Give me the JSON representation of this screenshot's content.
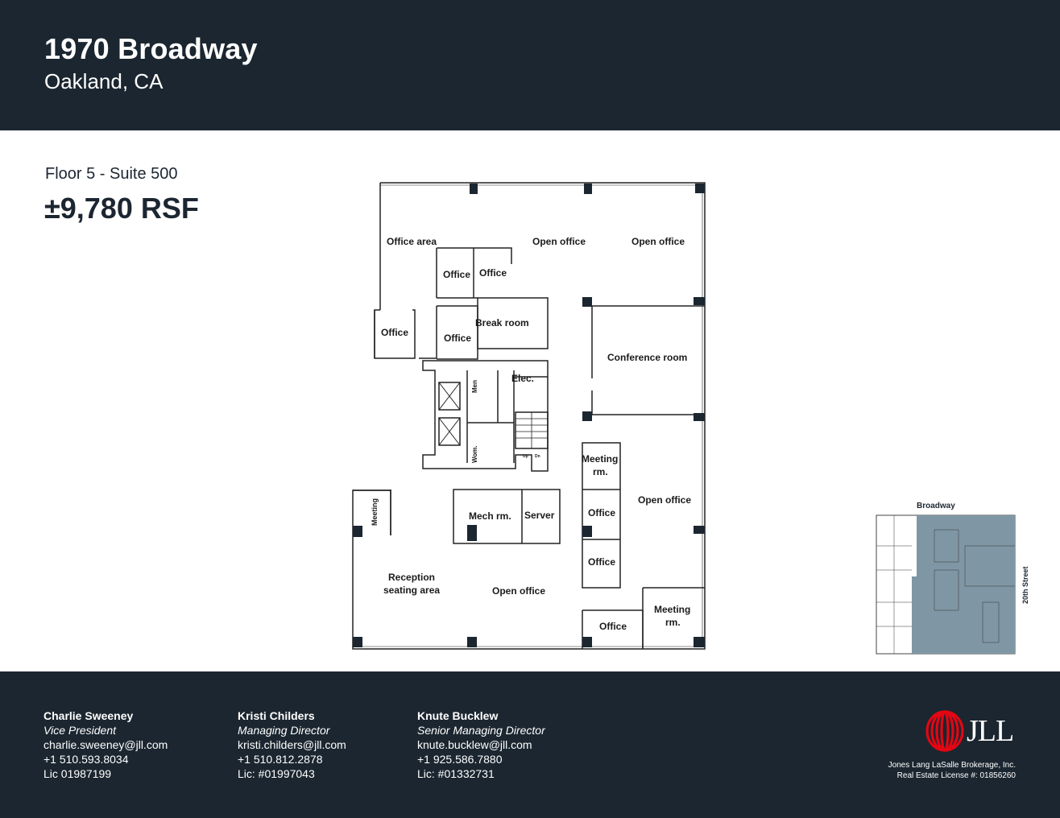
{
  "header": {
    "title": "1970 Broadway",
    "subtitle": "Oakland, CA"
  },
  "suite": {
    "floor_label": "Floor 5 - Suite 500",
    "rsf": "±9,780 RSF"
  },
  "floorplan": {
    "rooms": {
      "office_area": "Office area",
      "open_office_1": "Open office",
      "open_office_2": "Open office",
      "office_1": "Office",
      "office_2": "Office",
      "office_left": "Office",
      "office_3": "Office",
      "break_room": "Break room",
      "conference_room": "Conference room",
      "elec": "Elec.",
      "men": "Men",
      "wom": "Wom.",
      "meeting_rm_1_a": "Meeting",
      "meeting_rm_1_b": "rm.",
      "open_office_3": "Open office",
      "office_4": "Office",
      "office_5": "Office",
      "meeting_vertical": "Meeting",
      "mech_rm": "Mech rm.",
      "server": "Server",
      "reception_a": "Reception",
      "reception_b": "seating area",
      "open_office_4": "Open office",
      "office_6": "Office",
      "meeting_rm_2_a": "Meeting",
      "meeting_rm_2_b": "rm.",
      "stair_up": "Up",
      "stair_dn": "Dn"
    }
  },
  "keyplan": {
    "street_top": "Broadway",
    "street_right": "20th Street",
    "highlight_color": "#7f97a4"
  },
  "contacts": [
    {
      "name": "Charlie Sweeney",
      "title": "Vice President",
      "email": "charlie.sweeney@jll.com",
      "phone": "+1 510.593.8034",
      "license": "Lic 01987199"
    },
    {
      "name": "Kristi Childers",
      "title": "Managing Director",
      "email": "kristi.childers@jll.com",
      "phone": "+1 510.812.2878",
      "license": "Lic: #01997043"
    },
    {
      "name": "Knute Bucklew",
      "title": "Senior Managing Director",
      "email": "knute.bucklew@jll.com",
      "phone": "+1 925.586.7880",
      "license": "Lic: #01332731"
    }
  ],
  "brand": {
    "logo_text": "JLL",
    "logo_color": "#e30613",
    "brokerage_line1": "Jones Lang LaSalle Brokerage, Inc.",
    "brokerage_line2": "Real Estate License #: 01856260"
  },
  "colors": {
    "header_bg": "#1b2630",
    "footer_bg": "#1b2630"
  }
}
